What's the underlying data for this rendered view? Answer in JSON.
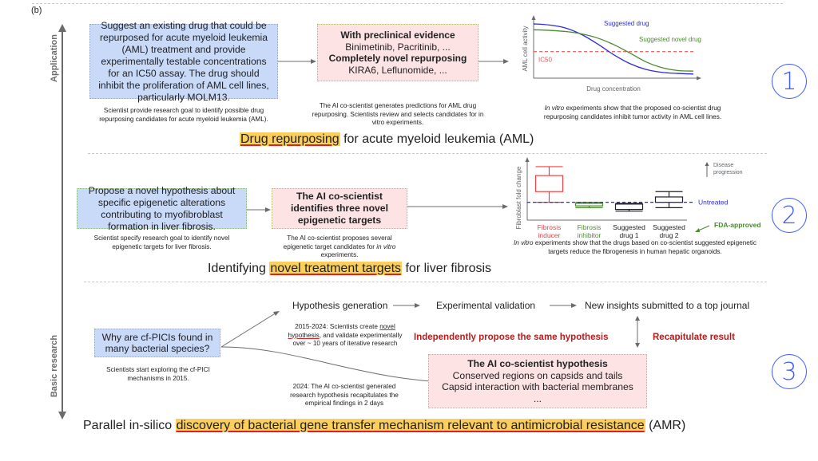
{
  "panel_label": "(b)",
  "axis": {
    "top_label": "Application",
    "bottom_label": "Basic research"
  },
  "section1": {
    "number": "1",
    "goal_text": "Suggest an existing drug that could be repurposed for acute myeloid leukemia (AML) treatment and provide experimentally testable concentrations for an IC50 assay. The drug should inhibit the proliferation of AML cell lines, particularly MOLM13.",
    "goal_caption": "Scientist provide research goal to identify possible drug repurposing candidates for acute myeloid leukemia (AML).",
    "ai_heading1": "With preclinical evidence",
    "ai_line1": "Binimetinib, Pacritinib, ...",
    "ai_heading2": "Completely novel repurposing",
    "ai_line2": "KIRA6, Leflunomide, ...",
    "ai_caption": "The AI co-scientist generates predictions for AML drug repurposing. Scientists review and selects candidates for in vitro experiments.",
    "result_caption_italic": "In vitro",
    "result_caption_rest": " experiments show that the proposed co-scientist drug repurposing candidates inhibit tumor activity in AML cell lines.",
    "title_highlight": "Drug repurposing",
    "title_rest": " for acute myeloid leukemia (AML)"
  },
  "section2": {
    "number": "2",
    "goal_text": "Propose a novel hypothesis about specific epigenetic alterations contributing to myofibroblast formation in liver fibrosis.",
    "goal_caption": "Scientist specify research goal to identify novel epigenetic targets for liver fibrosis.",
    "ai_heading": "The AI co-scientist identifies three novel epigenetic targets",
    "ai_caption_pre": "The AI co-scientist proposes several epigenetic target candidates for ",
    "ai_caption_italic": "in vitro",
    "ai_caption_post": " experiments.",
    "result_caption_italic": "In vitro",
    "result_caption_rest": " experiments show that the drugs based on co-scientist suggested epigenetic targets reduce the fibrogenesis in human hepatic organoids.",
    "title_pre": "Identifying ",
    "title_highlight": "novel treatment targets",
    "title_rest": " for liver fibrosis"
  },
  "section3": {
    "number": "3",
    "goal_text": "Why are cf-PICIs found in many bacterial species?",
    "goal_caption": "Scientists start exploring the cf-PICI mechanisms in 2015.",
    "flow_step1": "Hypothesis generation",
    "flow_step2": "Experimental validation",
    "flow_step3": "New insights submitted to a top journal",
    "human_caption_pre": "2015-2024: Scientists create ",
    "human_caption_u1": "novel",
    "human_caption_u2": "hypothesis",
    "human_caption_post": ", and validate experimentally over ~ 10 years of iterative research",
    "independent_text": "Independently propose the same hypothesis",
    "recapitulate_text": "Recapitulate result",
    "ai_caption": "2024: The AI co-scientist generated research hypothesis recapitulates the empirical findings in 2 days",
    "ai_heading": "The AI co-scientist hypothesis",
    "ai_line1": "Conserved regions on capsids and tails",
    "ai_line2": "Capsid interaction with bacterial membranes",
    "ai_line3": "...",
    "title_pre": "Parallel in-silico ",
    "title_highlight": "discovery of bacterial gene transfer mechanism relevant to antimicrobial resistance",
    "title_rest": " (AMR)"
  },
  "colors": {
    "goal_box": "#c9daf8",
    "ai_box": "#fde3e3",
    "highlight": "#fccf5c",
    "number_circle": "#3d5afe",
    "emphasis_red": "#b91c1c"
  },
  "chart_data": [
    {
      "type": "line",
      "title": "",
      "xlabel": "Drug concentration",
      "ylabel": "AML cell activity",
      "grid": false,
      "x": [
        0,
        0.1,
        0.2,
        0.3,
        0.4,
        0.5,
        0.6,
        0.7,
        0.8,
        0.9,
        1.0
      ],
      "series": [
        {
          "name": "Suggested drug",
          "color": "#2b2bd9",
          "values": [
            0.92,
            0.9,
            0.85,
            0.74,
            0.58,
            0.4,
            0.25,
            0.15,
            0.1,
            0.08,
            0.07
          ]
        },
        {
          "name": "Suggested novel drug",
          "color": "#4a8a2e",
          "values": [
            0.82,
            0.81,
            0.79,
            0.75,
            0.68,
            0.57,
            0.43,
            0.28,
            0.18,
            0.13,
            0.12
          ]
        }
      ],
      "reference_lines": [
        {
          "name": "IC50",
          "value": 0.45,
          "color": "#f05050",
          "style": "dashed"
        }
      ],
      "ylim": [
        0,
        1
      ],
      "xlim": [
        0,
        1
      ]
    },
    {
      "type": "box",
      "title": "",
      "xlabel": "",
      "ylabel": "Fibroblast fold change",
      "grid": false,
      "categories": [
        "Fibrosis inducer",
        "Fibrosis inhibitor",
        "Suggested drug 1",
        "Suggested drug 2"
      ],
      "category_colors": [
        "#f04040",
        "#4a8a2e",
        "#202124",
        "#202124"
      ],
      "boxes": [
        {
          "min": 1.0,
          "q1": 1.3,
          "median": 1.3,
          "q3": 1.75,
          "max": 2.0
        },
        {
          "min": 0.85,
          "q1": 0.9,
          "median": 0.93,
          "q3": 0.97,
          "max": 1.0
        },
        {
          "min": 0.75,
          "q1": 0.8,
          "median": 0.8,
          "q3": 0.95,
          "max": 0.97
        },
        {
          "min": 0.85,
          "q1": 1.0,
          "median": 1.15,
          "q3": 1.15,
          "max": 1.3
        }
      ],
      "reference_lines": [
        {
          "name": "Untreated",
          "value": 1.0,
          "color": "#2b2bd9",
          "style": "dashed"
        }
      ],
      "annotations": [
        "Disease progression",
        "FDA-approved"
      ],
      "ylim": [
        0.5,
        2.2
      ]
    }
  ]
}
